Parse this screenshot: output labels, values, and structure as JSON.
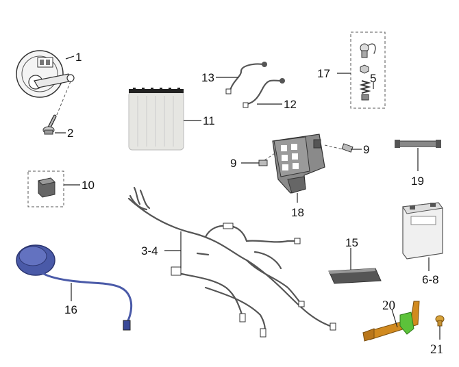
{
  "callouts": {
    "horn": "1",
    "horn_bolt": "2",
    "wiring_harness": "3-4",
    "battery": "6-8",
    "bracket_bolt": "9",
    "relay": "10",
    "fuse_box": "11",
    "wire_12": "12",
    "wire_13": "13",
    "battery_pad": "15",
    "usb_socket": "16",
    "switch_assembly": "17",
    "switch_spring": "5",
    "battery_box": "18",
    "strap": "19",
    "metal_bracket": "20",
    "bracket_screw": "21"
  },
  "colors": {
    "usb_socket": "#4a5aa8",
    "bracket_orange": "#d18a1f",
    "bracket_green": "#5cc23a",
    "fuse_box": "#e6e6e2"
  }
}
